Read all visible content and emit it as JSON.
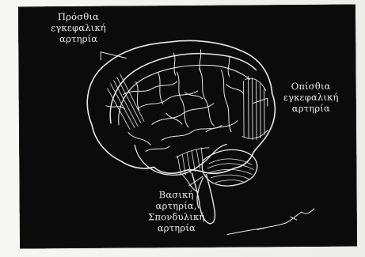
{
  "labels": {
    "anterior": {
      "line1": "Πρόσθια",
      "line2": "εγκεφαλική",
      "line3": "αρτηρία"
    },
    "posterior": {
      "line1": "Οπίσθια",
      "line2": "εγκεφαλική",
      "line3": "αρτηρία"
    },
    "basilar": {
      "line1": "Βασική",
      "line2": "αρτηρία,",
      "line3": "Σπονδυλική",
      "line4": "αρτηρία"
    }
  },
  "colors": {
    "background": "#0b0b0b",
    "line": "#e8e8e8",
    "paper": "#f2f2ef"
  }
}
